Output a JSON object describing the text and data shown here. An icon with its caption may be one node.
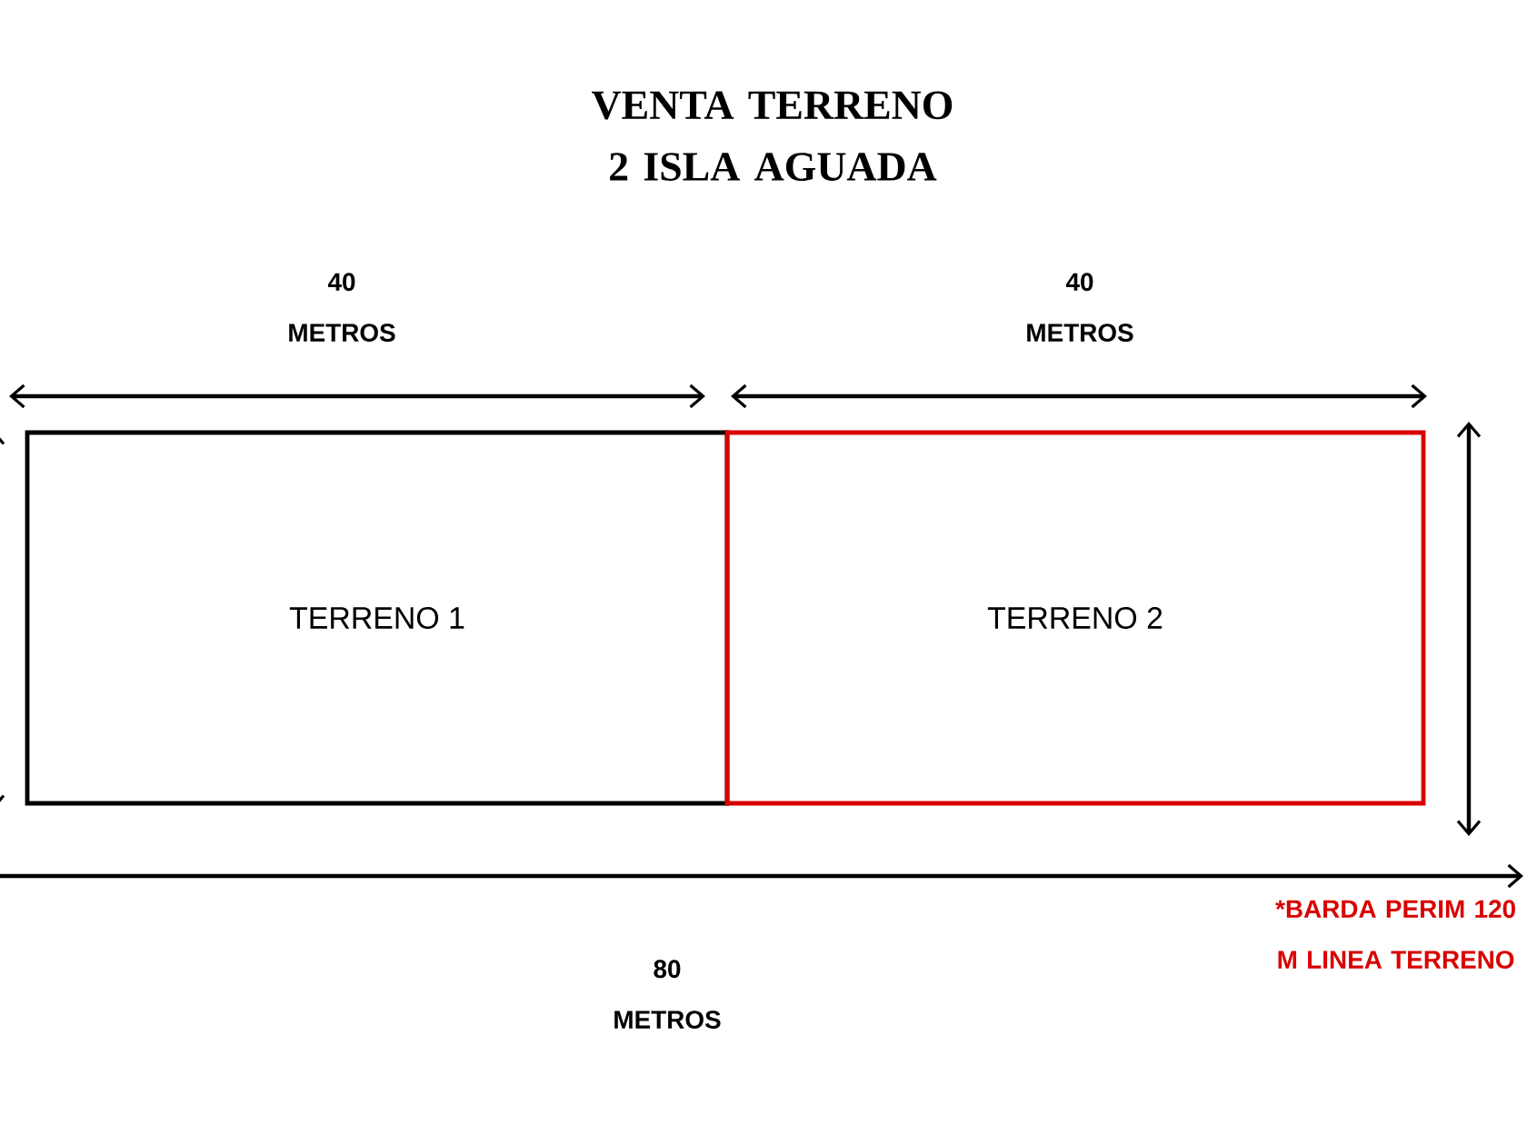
{
  "diagram": {
    "title": "VENTA TERRENO 2 ISLA AGUADA",
    "nodes": [
      {
        "text": [
          "TERRENO 1"
        ]
      },
      {
        "text": [
          "TERRENO 2"
        ]
      }
    ],
    "labels": [
      "40 METROS",
      "40 METROS",
      "80 METROS",
      "*BARDA PERIM 120 M LINEA TERRENO"
    ]
  }
}
